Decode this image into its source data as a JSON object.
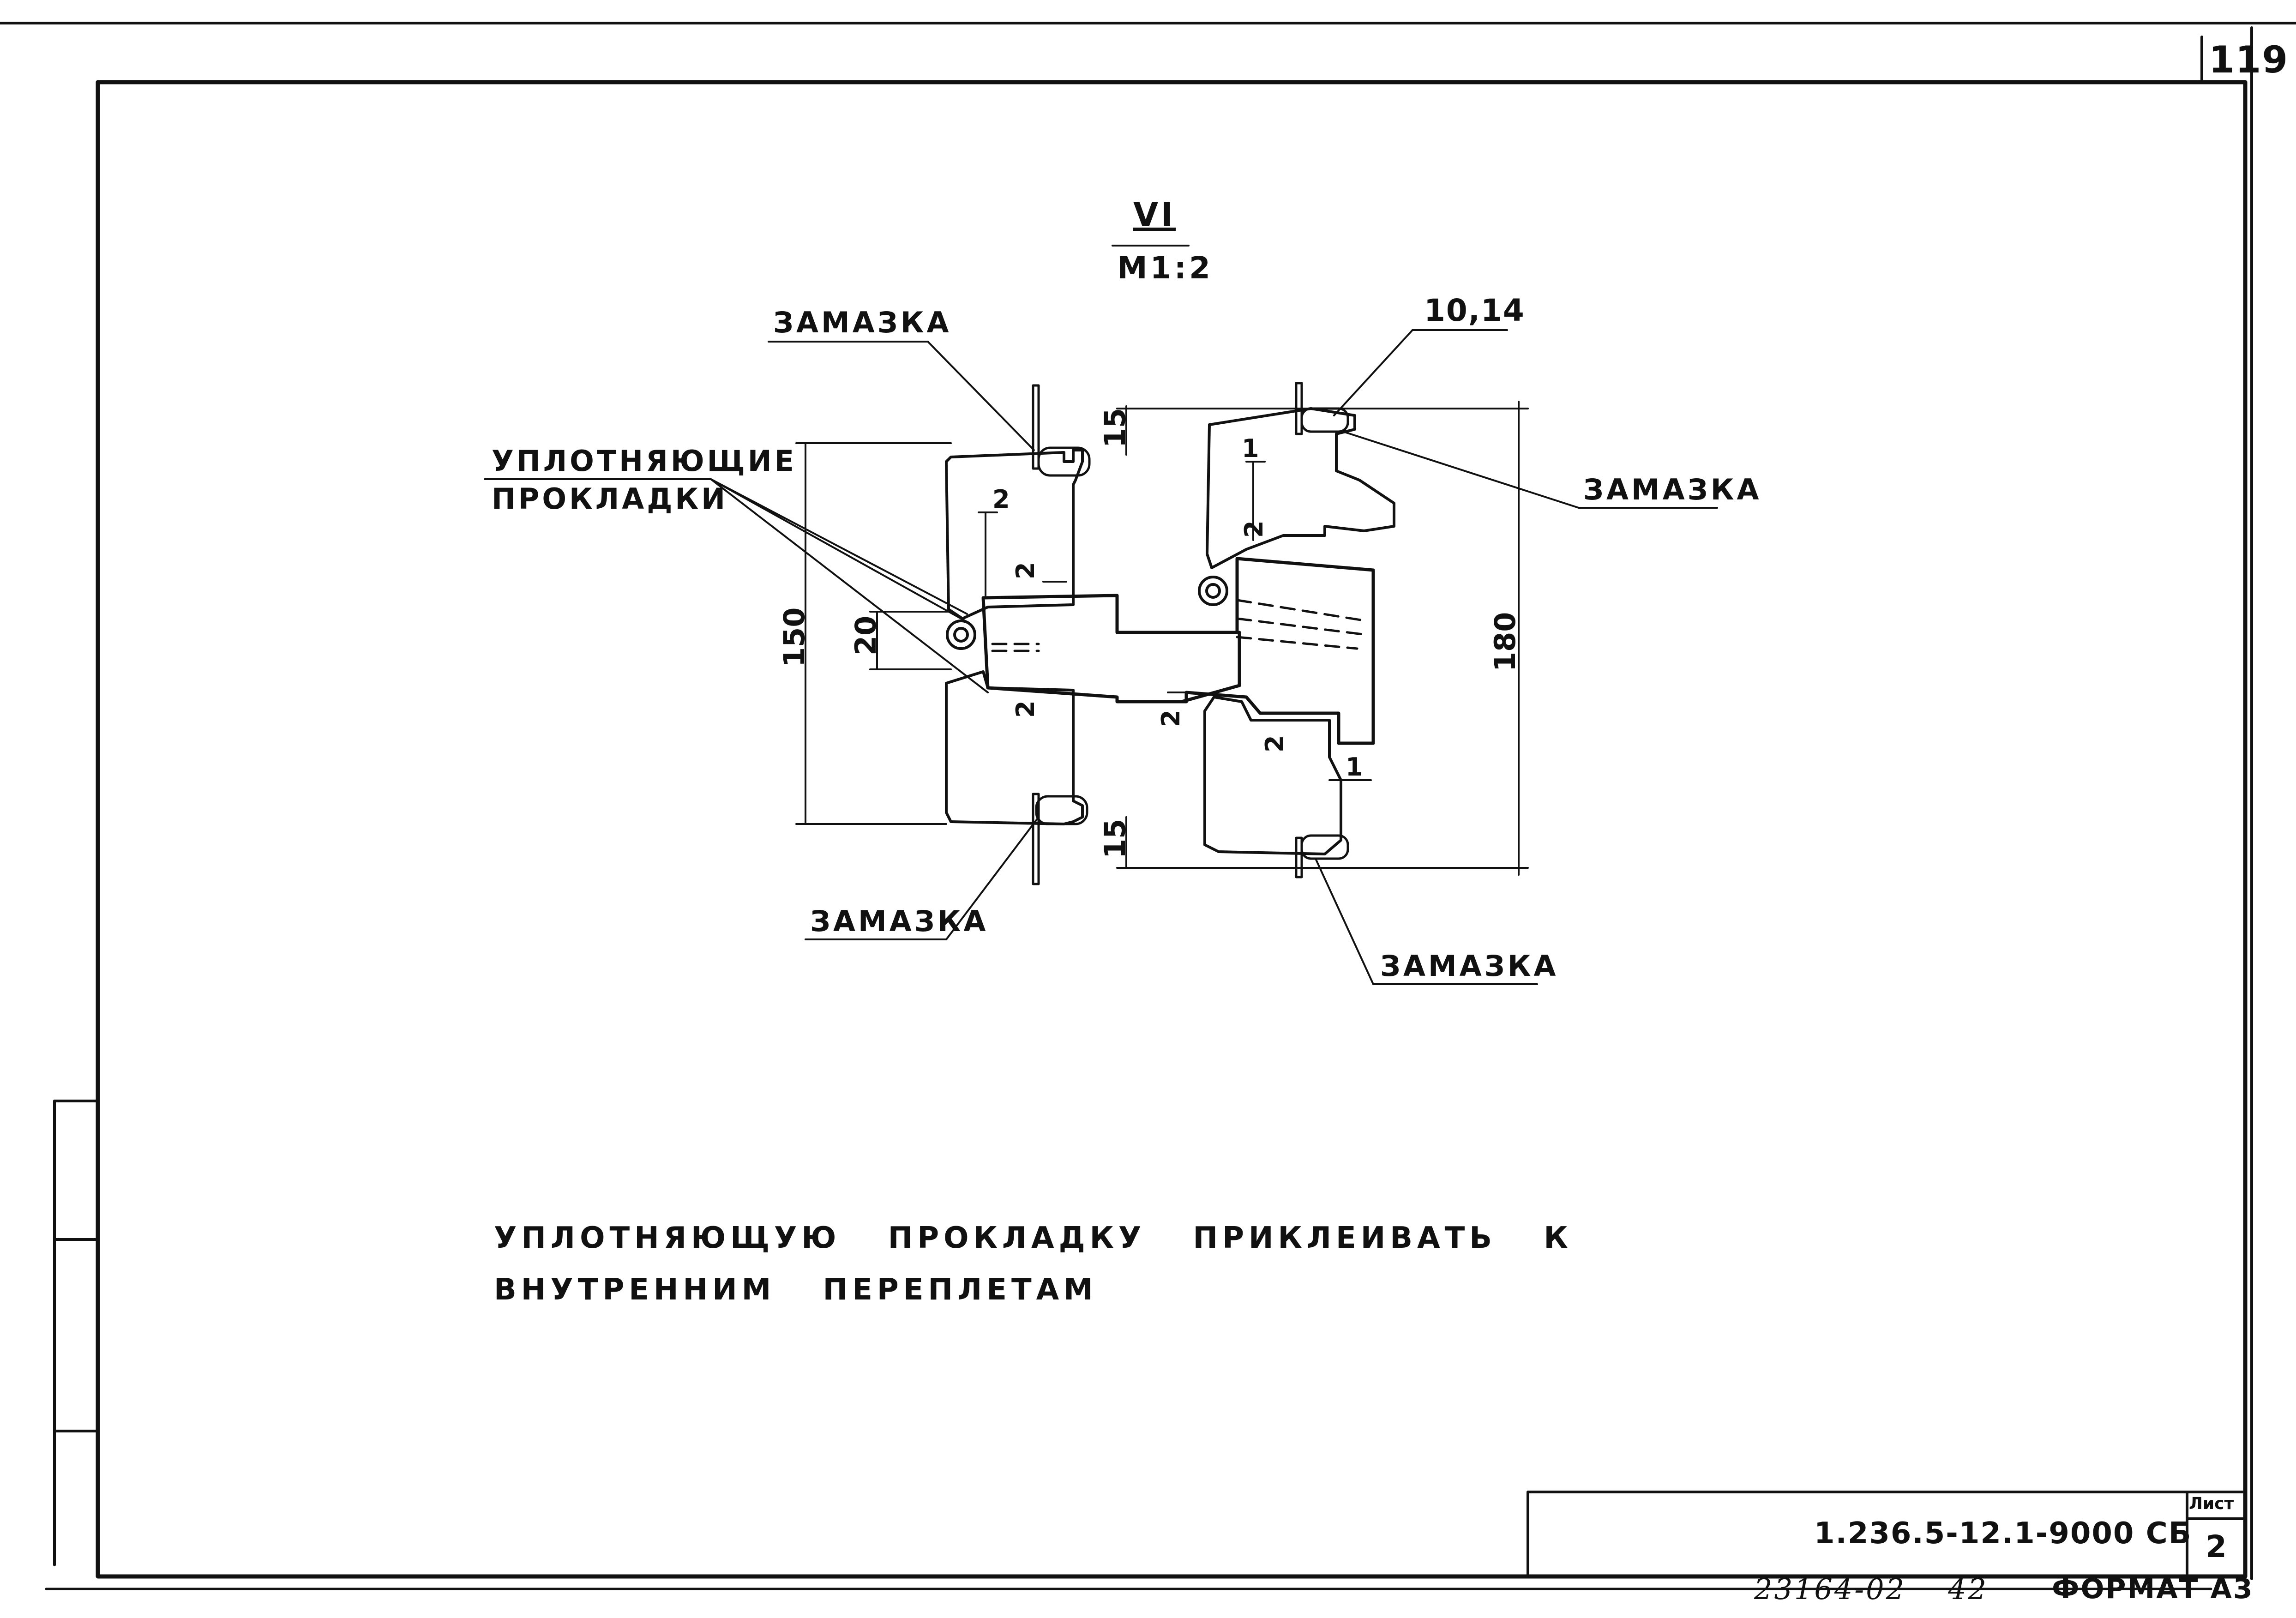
{
  "drawing": {
    "section_mark": "VI",
    "scale": "M1:2",
    "labels": {
      "sealant_top_left": "ЗАМАЗКА",
      "gaskets_line1": "УПЛОТНЯЮЩИЕ",
      "gaskets_line2": "ПРОКЛАДКИ",
      "ref_top_right": "10,14",
      "sealant_right": "ЗАМАЗКА",
      "sealant_bottom_left": "ЗАМАЗКА",
      "sealant_bottom_right": "ЗАМАЗКА"
    },
    "dimensions": {
      "overall_left": "150",
      "overall_right": "180",
      "gap_left": "20",
      "top_left_offset": "15",
      "bottom_left_offset": "15",
      "small_2_a": "2",
      "small_2_b": "2",
      "small_2_c": "2",
      "small_2_d": "2",
      "small_2_e": "2",
      "small_2_f": "2",
      "small_1_a": "1",
      "small_1_b": "1"
    }
  },
  "note": {
    "line1": "УПЛОТНЯЮЩУЮ ПРОКЛАДКУ ПРИКЛЕИВАТЬ К",
    "line2": "ВНУТРЕННИМ ПЕРЕПЛЕТАМ"
  },
  "title_block": {
    "document_code": "1.236.5-12.1-9000 СБ",
    "sheet_label": "Лист",
    "sheet_number": "2"
  },
  "footer": {
    "inventory": "23164-02",
    "copy": "42",
    "format": "ФОРМАТ А3"
  },
  "page_number": "119"
}
